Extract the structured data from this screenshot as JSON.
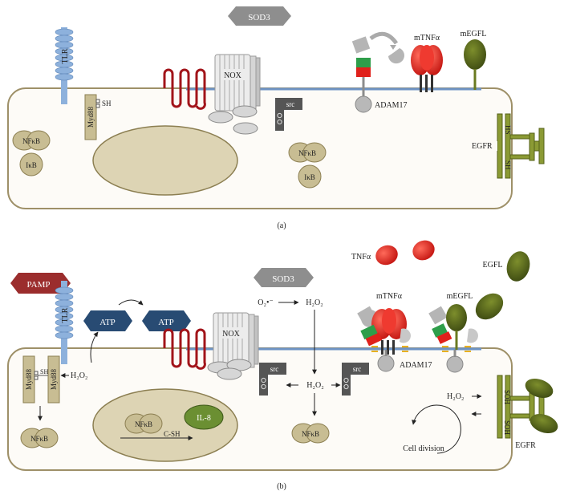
{
  "panel_a": {
    "caption": "(a)",
    "labels": {
      "sod3": "SOD3",
      "tlr": "TLR",
      "myd88": "Myd88",
      "sh": "SH",
      "nox": "NOX",
      "src": "src",
      "mtnfa": "mTNFα",
      "megfl": "mEGFL",
      "adam17": "ADAM17",
      "nfkb_left": "NFκB",
      "ikb_left": "IκB",
      "nfkb_right": "NFκB",
      "ikb_right": "IκB",
      "egfr": "EGFR",
      "hs_top": "HS",
      "sh_bottom": "SH"
    }
  },
  "panel_b": {
    "caption": "(b)",
    "labels": {
      "pamp": "PAMP",
      "tlr": "TLR",
      "atp1": "ATP",
      "atp2": "ATP",
      "sod3": "SOD3",
      "o2": "O₂•⁻",
      "h2o2_top": "H₂O₂",
      "nox": "NOX",
      "myd88_1": "Myd88",
      "myd88_2": "Myd88",
      "sh": "SH",
      "h2o2_myd": "H₂O₂",
      "nfkb_left": "NFκB",
      "nfkb_nucleus": "NFκB",
      "il8": "IL-8",
      "c_sh": "C-SH",
      "src1": "src",
      "src2": "src",
      "h2o2_mid": "H₂O₂",
      "nfkb_center": "NFκB",
      "tnfa": "TNFα",
      "egfl": "EGFL",
      "mtnfa": "mTNFα",
      "megfl": "mEGFL",
      "adam17": "ADAM17",
      "h2o2_right": "H₂O₂",
      "cell_division": "Cell division",
      "egfr": "EGFR",
      "soh_top": "SOH",
      "soh_bottom": "SOH"
    }
  },
  "colors": {
    "cell_fill": "#fdfbf7",
    "cell_stroke": "#9e9068",
    "khaki": "#c8bd93",
    "khaki_dark": "#8c7f52",
    "membrane": "#6d93c4",
    "tlr_blue": "#8db1dc",
    "gray": "#bdbdbd",
    "dark_gray": "#555555",
    "red": "#e0211b",
    "dark_red": "#a2141a",
    "green_olive": "#6a7a20",
    "green_dark": "#3f4d14",
    "pamp_red": "#9b2d2d",
    "atp_navy": "#284b73",
    "il8_green": "#6b8f32"
  }
}
